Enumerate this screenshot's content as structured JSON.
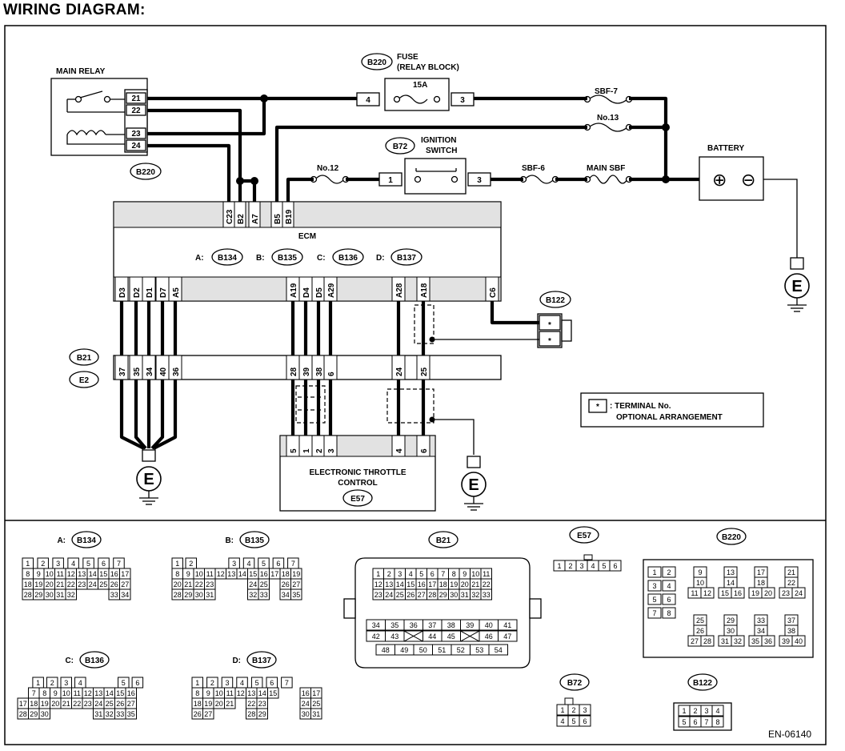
{
  "title": "WIRING DIAGRAM:",
  "doc_code": "EN-06140",
  "labels": {
    "main_relay": "MAIN RELAY",
    "fuse": "FUSE",
    "fuse_sub": "(RELAY BLOCK)",
    "fuse_rating": "15A",
    "sbf7": "SBF-7",
    "no13": "No.13",
    "no12": "No.12",
    "ignition1": "IGNITION",
    "ignition2": "SWITCH",
    "sbf6": "SBF-6",
    "main_sbf": "MAIN SBF",
    "battery": "BATTERY",
    "plus": "⊕",
    "minus": "⊖",
    "ecm": "ECM",
    "etc1": "ELECTRONIC THROTTLE",
    "etc2": "CONTROL",
    "legend1": ": TERMINAL No.",
    "legend2": "OPTIONAL ARRANGEMENT",
    "ground": "E",
    "star": "*"
  },
  "connectors": {
    "b220": "B220",
    "b72": "B72",
    "b122": "B122",
    "b21": "B21",
    "e2": "E2",
    "e57": "E57",
    "b134": "B134",
    "b135": "B135",
    "b136": "B136",
    "b137": "B137"
  },
  "ecm_groups": {
    "a": "A:",
    "b": "B:",
    "c": "C:",
    "d": "D:"
  },
  "relay_pins": [
    "21",
    "22",
    "23",
    "24"
  ],
  "fuse_pins": [
    "4",
    "3"
  ],
  "ign_pins": [
    "1",
    "3"
  ],
  "ecm_top_pins": [
    "C23",
    "B2",
    "A7",
    "B5",
    "B19"
  ],
  "ecm_bottom_pins": [
    "D3",
    "D2",
    "D1",
    "D7",
    "A5",
    "A19",
    "D4",
    "D5",
    "A29",
    "A28",
    "A18",
    "C6"
  ],
  "b21_pins": [
    "37",
    "35",
    "34",
    "40",
    "36",
    "28",
    "39",
    "38",
    "6",
    "24",
    "25"
  ],
  "etc_pins": [
    "5",
    "1",
    "2",
    "3",
    "4",
    "6"
  ],
  "b122_pins": [
    "*",
    "*"
  ],
  "connector_tables": {
    "b134": [
      [
        "1",
        "2",
        "3",
        "4",
        "5",
        "6",
        "7"
      ],
      [
        "8",
        "9",
        "10",
        "11",
        "12",
        "13",
        "14",
        "15",
        "16",
        "17"
      ],
      [
        "18",
        "19",
        "20",
        "21",
        "22",
        "23",
        "24",
        "25",
        "26",
        "27"
      ],
      [
        "28",
        "29",
        "30",
        "31",
        "32",
        "33",
        "34"
      ]
    ],
    "b135": [
      [
        "1",
        "2",
        "3",
        "4",
        "5",
        "6",
        "7"
      ],
      [
        "8",
        "9",
        "10",
        "11",
        "12",
        "13",
        "14",
        "15",
        "16",
        "17",
        "18",
        "19"
      ],
      [
        "20",
        "21",
        "22",
        "23",
        "24",
        "25",
        "26",
        "27"
      ],
      [
        "28",
        "29",
        "30",
        "31",
        "32",
        "33",
        "34",
        "35"
      ]
    ],
    "b136": [
      [
        "1",
        "2",
        "3",
        "4",
        "5",
        "6"
      ],
      [
        "7",
        "8",
        "9",
        "10",
        "11",
        "12",
        "13",
        "14",
        "15",
        "16"
      ],
      [
        "17",
        "18",
        "19",
        "20",
        "21",
        "22",
        "23",
        "24",
        "25",
        "26",
        "27"
      ],
      [
        "28",
        "29",
        "30",
        "31",
        "32",
        "33",
        "34",
        "35"
      ]
    ],
    "b137": [
      [
        "1",
        "2",
        "3",
        "4",
        "5",
        "6",
        "7"
      ],
      [
        "8",
        "9",
        "10",
        "11",
        "12",
        "13",
        "14",
        "15",
        "16",
        "17"
      ],
      [
        "18",
        "19",
        "20",
        "21",
        "22",
        "23",
        "24",
        "25"
      ],
      [
        "26",
        "27",
        "28",
        "29",
        "30",
        "31"
      ]
    ],
    "b21": [
      [
        "1",
        "2",
        "3",
        "4",
        "5",
        "6",
        "7",
        "8",
        "9",
        "10",
        "11"
      ],
      [
        "12",
        "13",
        "14",
        "15",
        "16",
        "17",
        "18",
        "19",
        "20",
        "21",
        "22"
      ],
      [
        "23",
        "24",
        "25",
        "26",
        "27",
        "28",
        "29",
        "30",
        "31",
        "32",
        "33"
      ],
      [
        "34",
        "35",
        "36",
        "37",
        "38",
        "39",
        "40",
        "41"
      ],
      [
        "42",
        "43",
        "44",
        "45",
        "46",
        "47"
      ],
      [
        "48",
        "49",
        "50",
        "51",
        "52",
        "53",
        "54"
      ]
    ],
    "e57": [
      "1",
      "2",
      "3",
      "4",
      "5",
      "6"
    ],
    "b220": [
      "1",
      "2",
      "3",
      "4",
      "5",
      "6",
      "7",
      "8",
      "9",
      "10",
      "11",
      "12",
      "13",
      "14",
      "15",
      "16",
      "17",
      "18",
      "19",
      "20",
      "21",
      "22",
      "23",
      "24",
      "25",
      "26",
      "27",
      "28",
      "29",
      "30",
      "31",
      "32",
      "33",
      "34",
      "35",
      "36",
      "37",
      "38",
      "39",
      "40"
    ],
    "b72": [
      "1",
      "2",
      "3",
      "4",
      "5",
      "6"
    ],
    "b122": [
      "1",
      "2",
      "3",
      "4",
      "5",
      "6",
      "7",
      "8"
    ]
  }
}
